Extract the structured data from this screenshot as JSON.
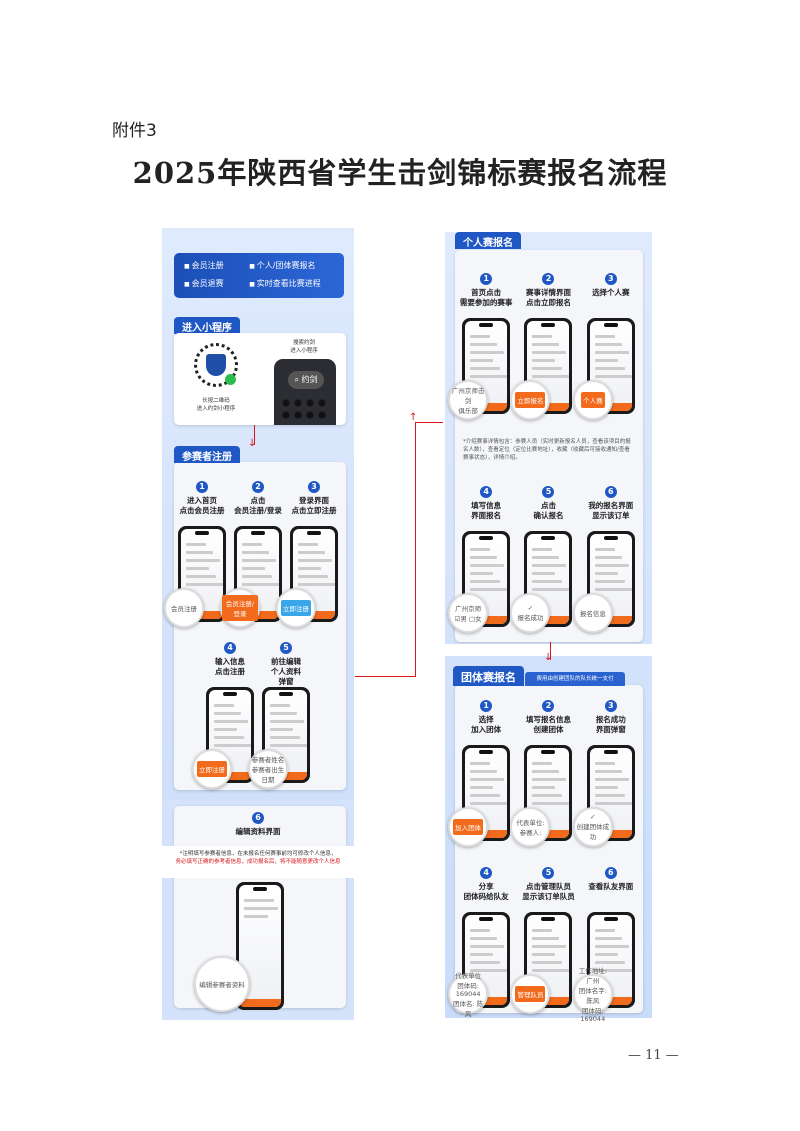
{
  "attachment_label": "附件3",
  "title": "2025年陕西省学生击剑锦标赛报名流程",
  "page_number": "— 11 —",
  "left": {
    "banner": [
      "会员注册",
      "个人/团体赛报名",
      "会员退赛",
      "实时查看比赛进程"
    ],
    "mini": {
      "tab": "进入小程序",
      "qr_caption": "长按二维码\n进入约剑小程序",
      "search_caption": "搜索约剑\n进入小程序",
      "search_text": "约剑"
    },
    "reg": {
      "tab": "参赛者注册",
      "row1": [
        {
          "n": "1",
          "label": "进入首页\n点击会员注册",
          "lens": "会员注册",
          "lens_style": ""
        },
        {
          "n": "2",
          "label": "点击\n会员注册/登录",
          "lens": "会员注册/登录",
          "lens_style": "or"
        },
        {
          "n": "3",
          "label": "登录界面\n点击立即注册",
          "lens": "立即注册",
          "lens_style": "bl"
        }
      ],
      "row2": [
        {
          "n": "4",
          "label": "输入信息\n点击注册",
          "lens": "立即注册",
          "lens_style": "or"
        },
        {
          "n": "5",
          "label": "前往编辑\n个人资料弹窗",
          "lens": "参赛者姓名\n参赛者出生日期",
          "lens_style": ""
        }
      ]
    },
    "edit": {
      "n": "6",
      "label": "编辑资料界面",
      "note1": "*注明填写参赛者信息，在未报名任何赛事前均可修改个人信息，",
      "note2": "务必填写正确的参考者信息，成功报名后，将不能随意更改个人信息",
      "lens": "编辑参赛者资料"
    }
  },
  "individual": {
    "tab": "个人赛报名",
    "row1": [
      {
        "n": "1",
        "label": "首页点击\n需要参加的赛事",
        "lens": "广州京师击剑\n俱乐部",
        "lens_style": ""
      },
      {
        "n": "2",
        "label": "赛事详情界面\n点击立即报名",
        "lens": "立即报名",
        "lens_style": "or"
      },
      {
        "n": "3",
        "label": "选择个人赛",
        "lens": "个人赛",
        "lens_style": "or"
      }
    ],
    "note": "*介绍赛事详情包含：参赛人员（实时更新报名人员，查看该项目的报名人数），查看定位（定位比赛地址），收藏（收藏后可接收通知/查看赛事状态），详情介绍。",
    "row2": [
      {
        "n": "4",
        "label": "填写信息\n界面报名",
        "lens": "广州京师\n☑男 □女",
        "lens_style": ""
      },
      {
        "n": "5",
        "label": "点击\n确认报名",
        "lens": "✓\n报名成功",
        "lens_style": ""
      },
      {
        "n": "6",
        "label": "我的报名界面\n显示该订单",
        "lens": "报名信息",
        "lens_style": ""
      }
    ]
  },
  "team": {
    "tab": "团体赛报名",
    "subtitle": "费用由创建团队的队长统一支付",
    "row1": [
      {
        "n": "1",
        "label": "选择\n加入团体",
        "lens": "加入团体",
        "lens_style": "or"
      },
      {
        "n": "2",
        "label": "填写报名信息\n创建团体",
        "lens": "代表单位:\n参赛人:",
        "lens_style": ""
      },
      {
        "n": "3",
        "label": "报名成功\n界面弹窗",
        "lens": "✓\n创建团体成功",
        "lens_style": ""
      }
    ],
    "row2": [
      {
        "n": "4",
        "label": "分享\n团体码给队友",
        "lens": "代表单位\n团体码: 169044\n团体名: 陈风",
        "lens_style": ""
      },
      {
        "n": "5",
        "label": "点击管理队员\n显示该订单队员",
        "lens": "管理队员",
        "lens_style": "or"
      },
      {
        "n": "6",
        "label": "查看队友界面",
        "lens": "工作地址: 广州\n团体名字: 陈风\n团体码: 169044",
        "lens_style": ""
      }
    ]
  }
}
